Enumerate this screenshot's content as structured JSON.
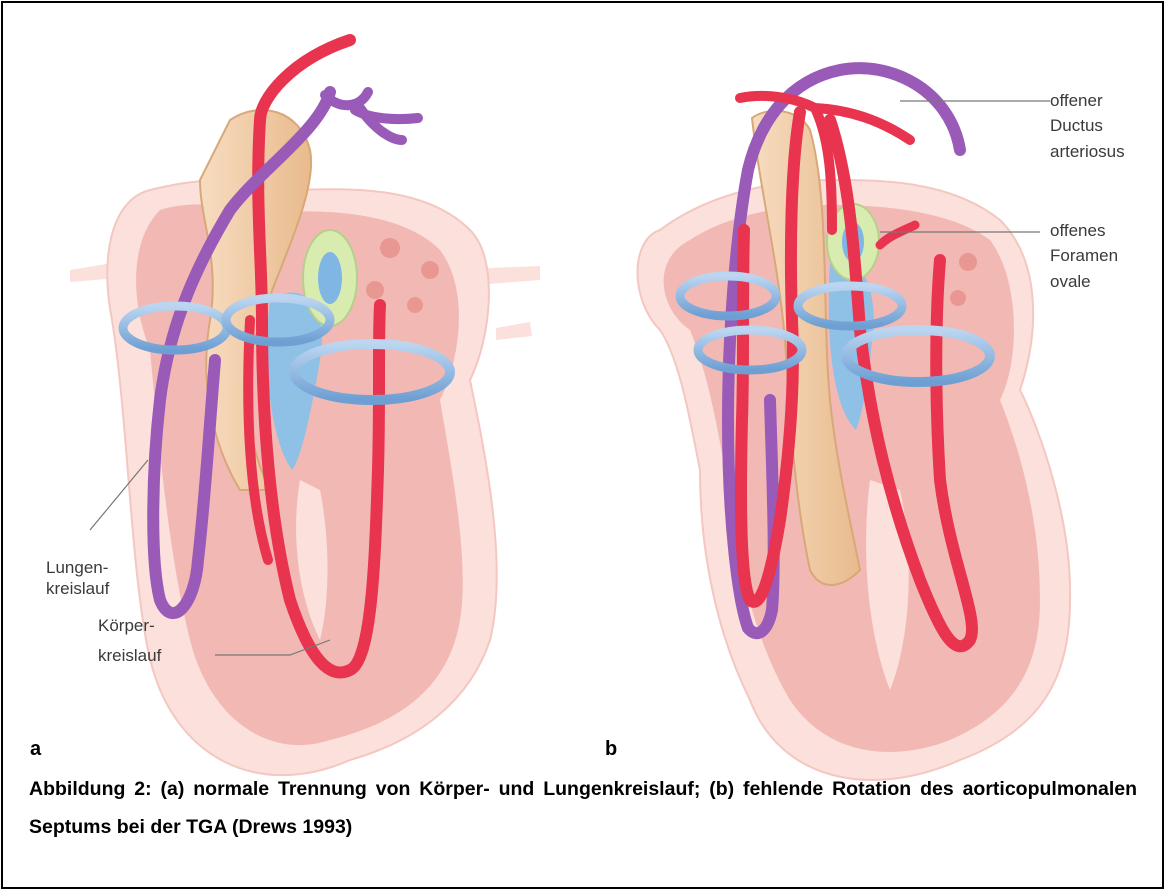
{
  "figure": {
    "panel_a_letter": "a",
    "panel_b_letter": "b",
    "caption": "Abbildung 2: (a) normale Trennung von Körper- und Lungenkreislauf; (b) fehlende Rotation des aorticopulmonalen Septums bei der TGA (Drews 1993)"
  },
  "labels": {
    "a_lungen_1": "Lungen-",
    "a_lungen_2": "kreislauf",
    "a_koerper_1": "Körper-",
    "a_koerper_2": "kreislauf",
    "b_ductus_1": "offener",
    "b_ductus_2": "Ductus",
    "b_ductus_3": "arteriosus",
    "b_foramen_1": "offenes",
    "b_foramen_2": "Foramen",
    "b_foramen_3": "ovale"
  },
  "colors": {
    "heart_outer": "#fbe0dc",
    "heart_inner": "#f2b9b4",
    "artery_red": "#e8344f",
    "pulmonary_purple": "#9a5ab8",
    "valve_blue": "#8fb7e0",
    "septum_tan": "#f1cfa6",
    "foramen_green": "#d9ecb0"
  }
}
